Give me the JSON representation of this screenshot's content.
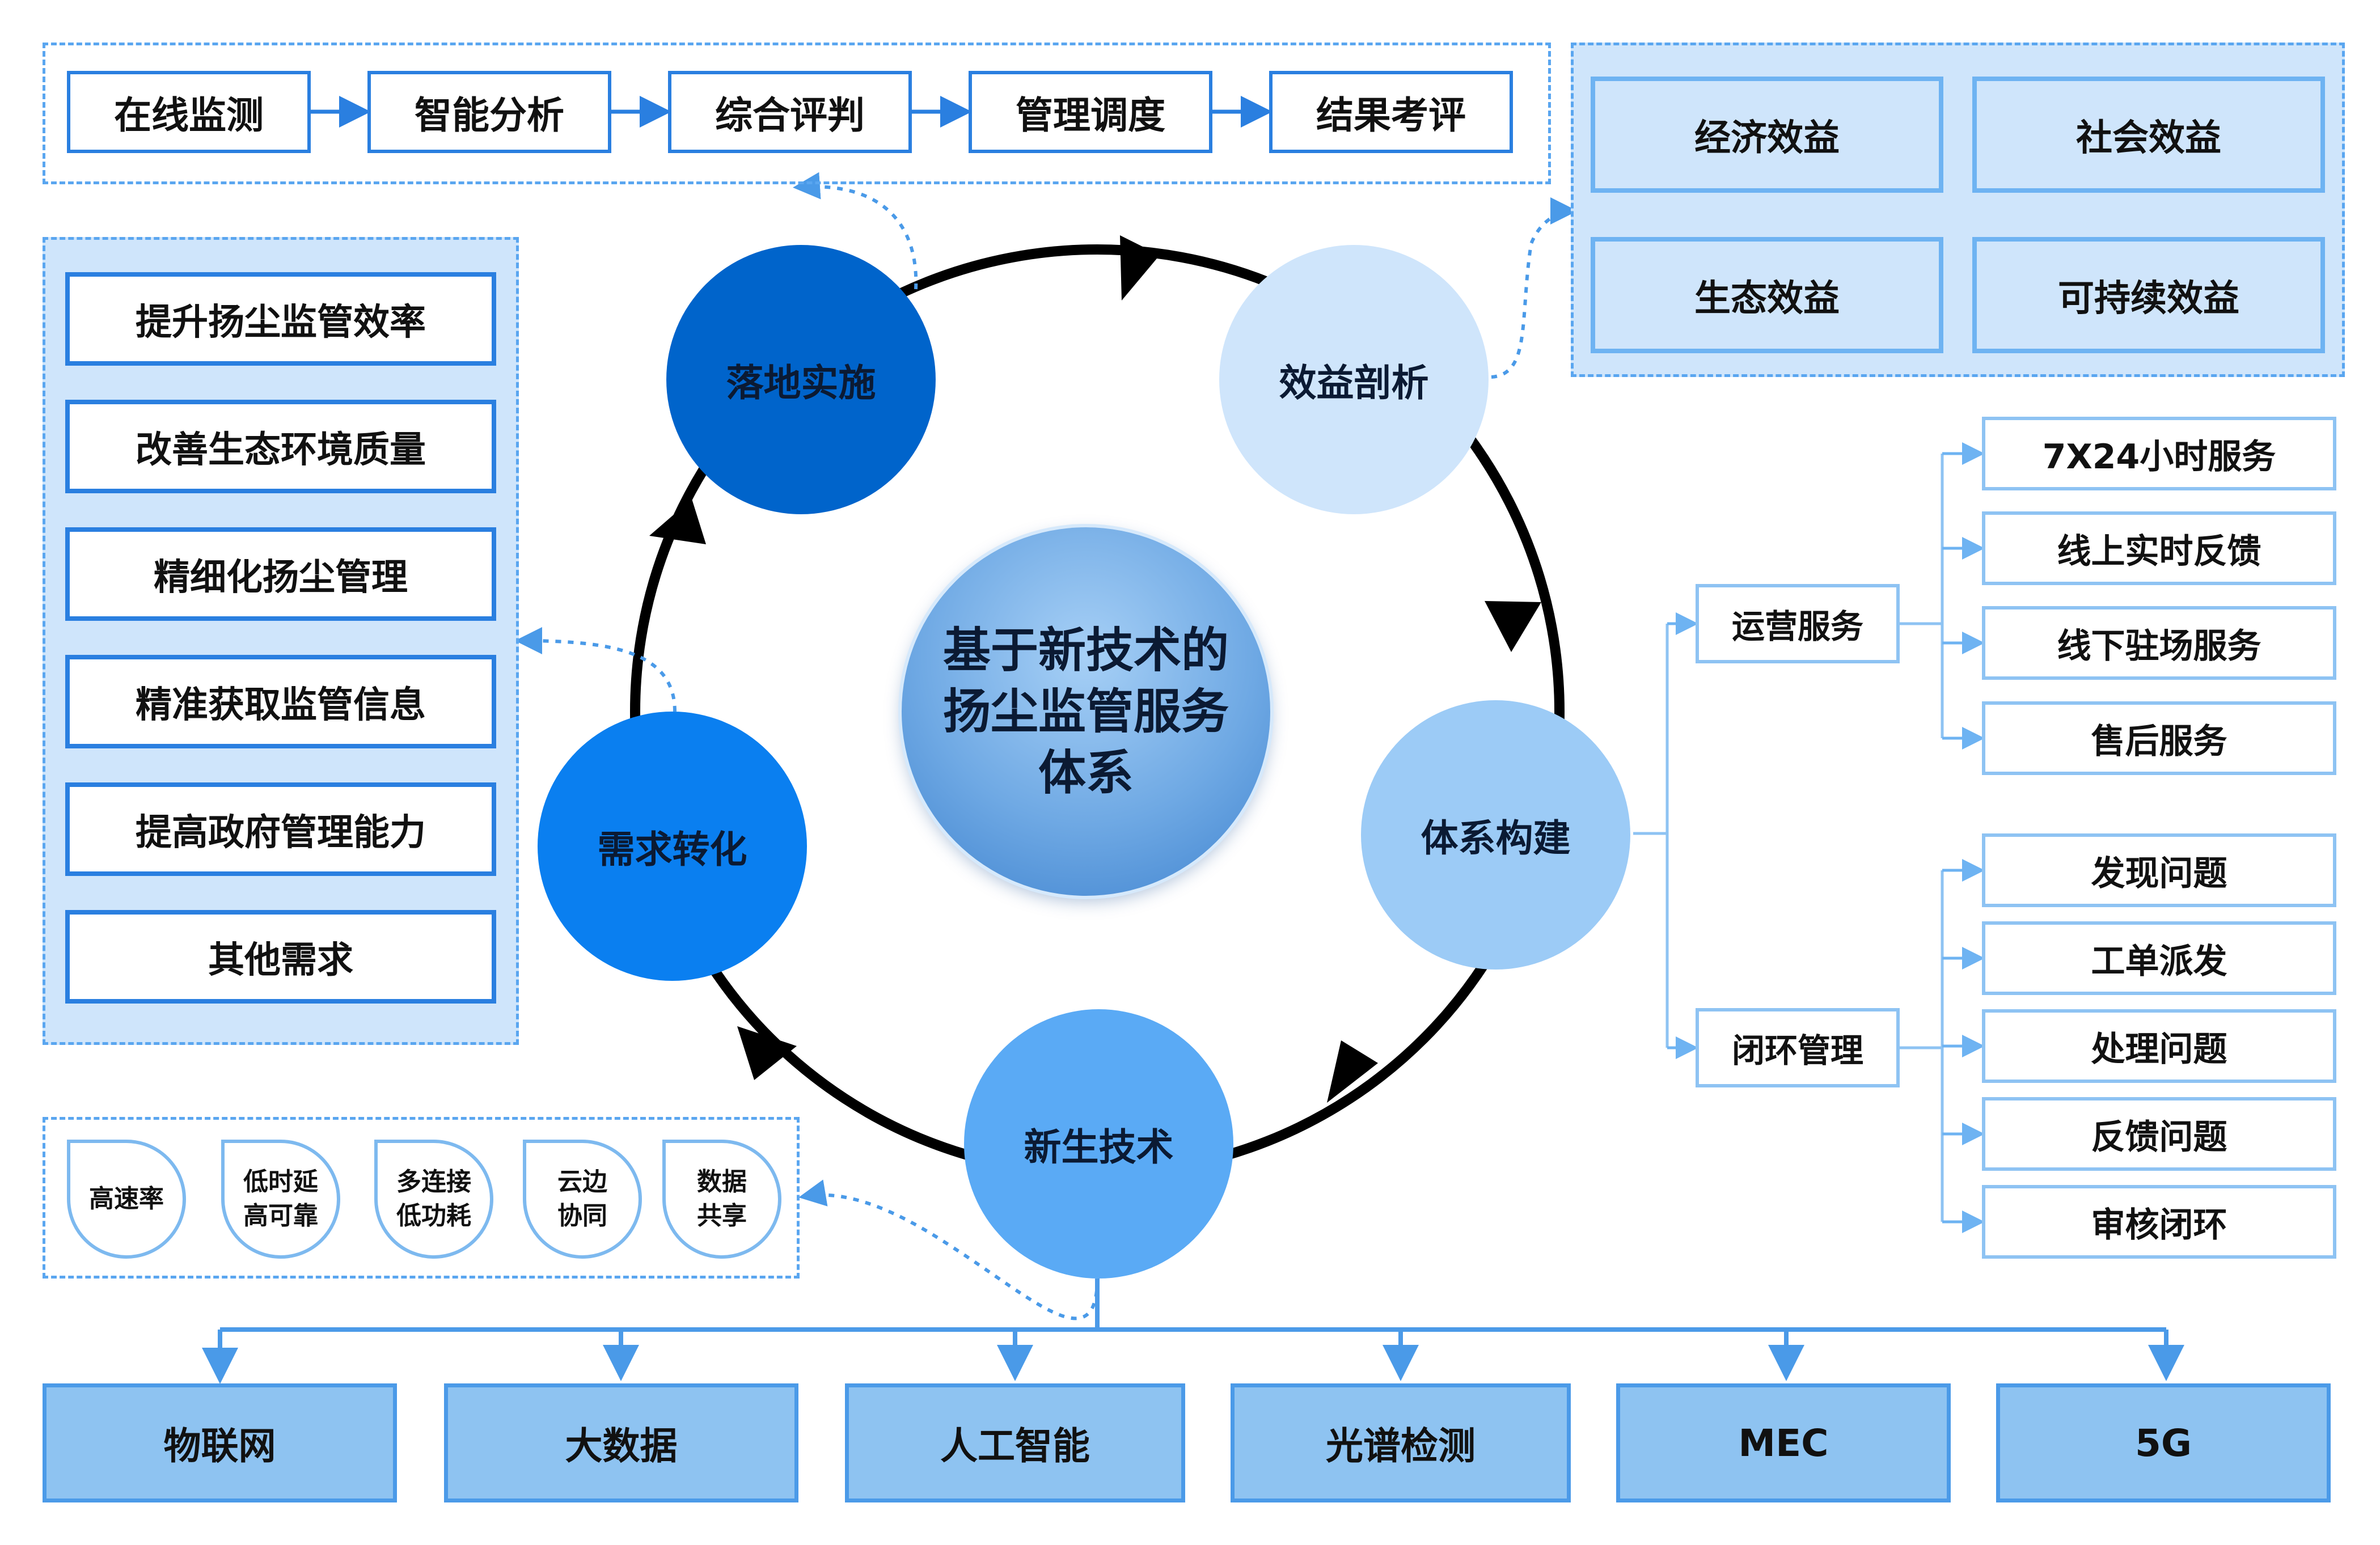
{
  "center_title": [
    "基于新技术的",
    "扬尘监管服务",
    "体系"
  ],
  "cycle": {
    "implement": "落地实施",
    "benefit": "效益剖析",
    "system": "体系构建",
    "tech": "新生技术",
    "demand": "需求转化"
  },
  "flow": [
    "在线监测",
    "智能分析",
    "综合评判",
    "管理调度",
    "结果考评"
  ],
  "benefits": [
    "经济效益",
    "社会效益",
    "生态效益",
    "可持续效益"
  ],
  "demands": [
    "提升扬尘监管效率",
    "改善生态环境质量",
    "精细化扬尘管理",
    "精准获取监管信息",
    "提高政府管理能力",
    "其他需求"
  ],
  "services": {
    "operation": {
      "label": "运营服务",
      "items": [
        "7X24小时服务",
        "线上实时反馈",
        "线下驻场服务",
        "售后服务"
      ]
    },
    "closed_loop": {
      "label": "闭环管理",
      "items": [
        "发现问题",
        "工单派发",
        "处理问题",
        "反馈问题",
        "审核闭环"
      ]
    }
  },
  "features": [
    [
      "高速率"
    ],
    [
      "低时延",
      "高可靠"
    ],
    [
      "多连接",
      "低功耗"
    ],
    [
      "云边",
      "协同"
    ],
    [
      "数据",
      "共享"
    ]
  ],
  "technologies": [
    "物联网",
    "大数据",
    "人工智能",
    "光谱检测",
    "MEC",
    "5G"
  ],
  "colors": {
    "implement": "#0064cb",
    "benefit": "#cfe5fb",
    "system": "#9ccbf6",
    "tech": "#5aaaf5",
    "demand": "#0a7ff0",
    "border_blue": "#2a7fe0",
    "dashed_blue": "#5aa6f0"
  }
}
